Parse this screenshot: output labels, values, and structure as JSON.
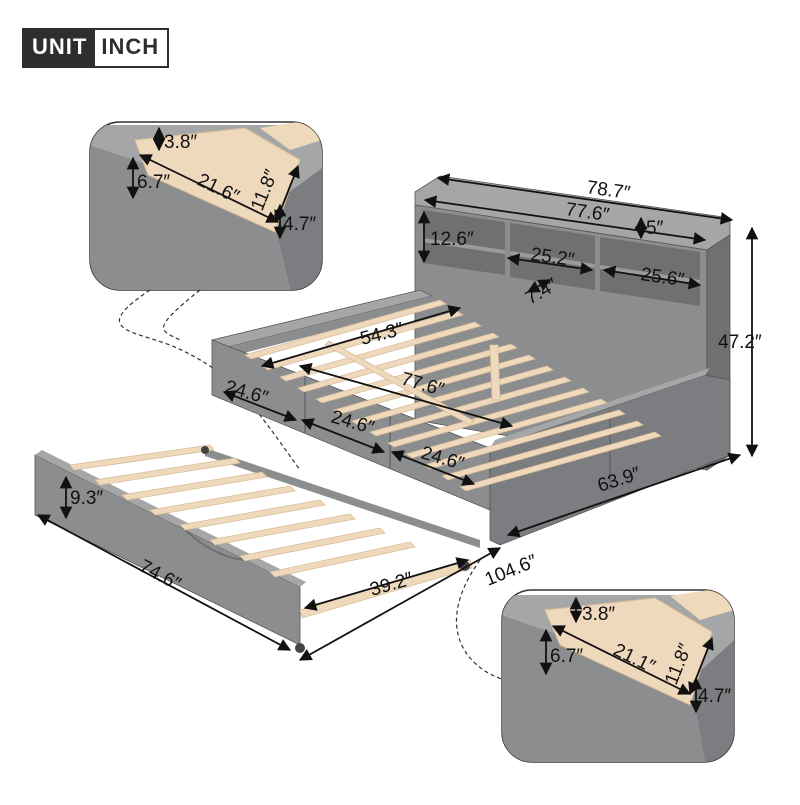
{
  "unit": {
    "label": "UNIT",
    "value": "INCH"
  },
  "dimensions": {
    "overall_width": "78.7″",
    "overall_height": "47.2″",
    "bed_length": "63.9″",
    "total_extended": "104.6″",
    "inner_length": "77.6″",
    "inner_width": "54.3″",
    "shelf_length": "77.6″",
    "shelf_height": "12.6″",
    "shelf_top_depth": "5″",
    "shelf_compartment_1": "25.2″",
    "shelf_compartment_2": "25.6″",
    "shelf_depth": "7.4″",
    "drawer_1": "24.6″",
    "drawer_2": "24.6″",
    "drawer_3": "24.6″",
    "trundle_height": "9.3″",
    "trundle_length": "74.6″",
    "trundle_width": "39.2″"
  },
  "drawer_detail_top": {
    "depth": "3.8″",
    "height": "6.7″",
    "length": "21.6″",
    "width": "11.8″",
    "inner_height": "4.7″"
  },
  "drawer_detail_bottom": {
    "depth": "3.8″",
    "height": "6.7″",
    "length": "21.1″",
    "width": "11.8″",
    "inner_height": "4.7″"
  },
  "colors": {
    "frame": "#8c8d8f",
    "frame_dark": "#6f7072",
    "frame_light": "#a5a6a8",
    "slat": "#efd9bd",
    "slat_edge": "#d9bd98",
    "line": "#111111"
  }
}
